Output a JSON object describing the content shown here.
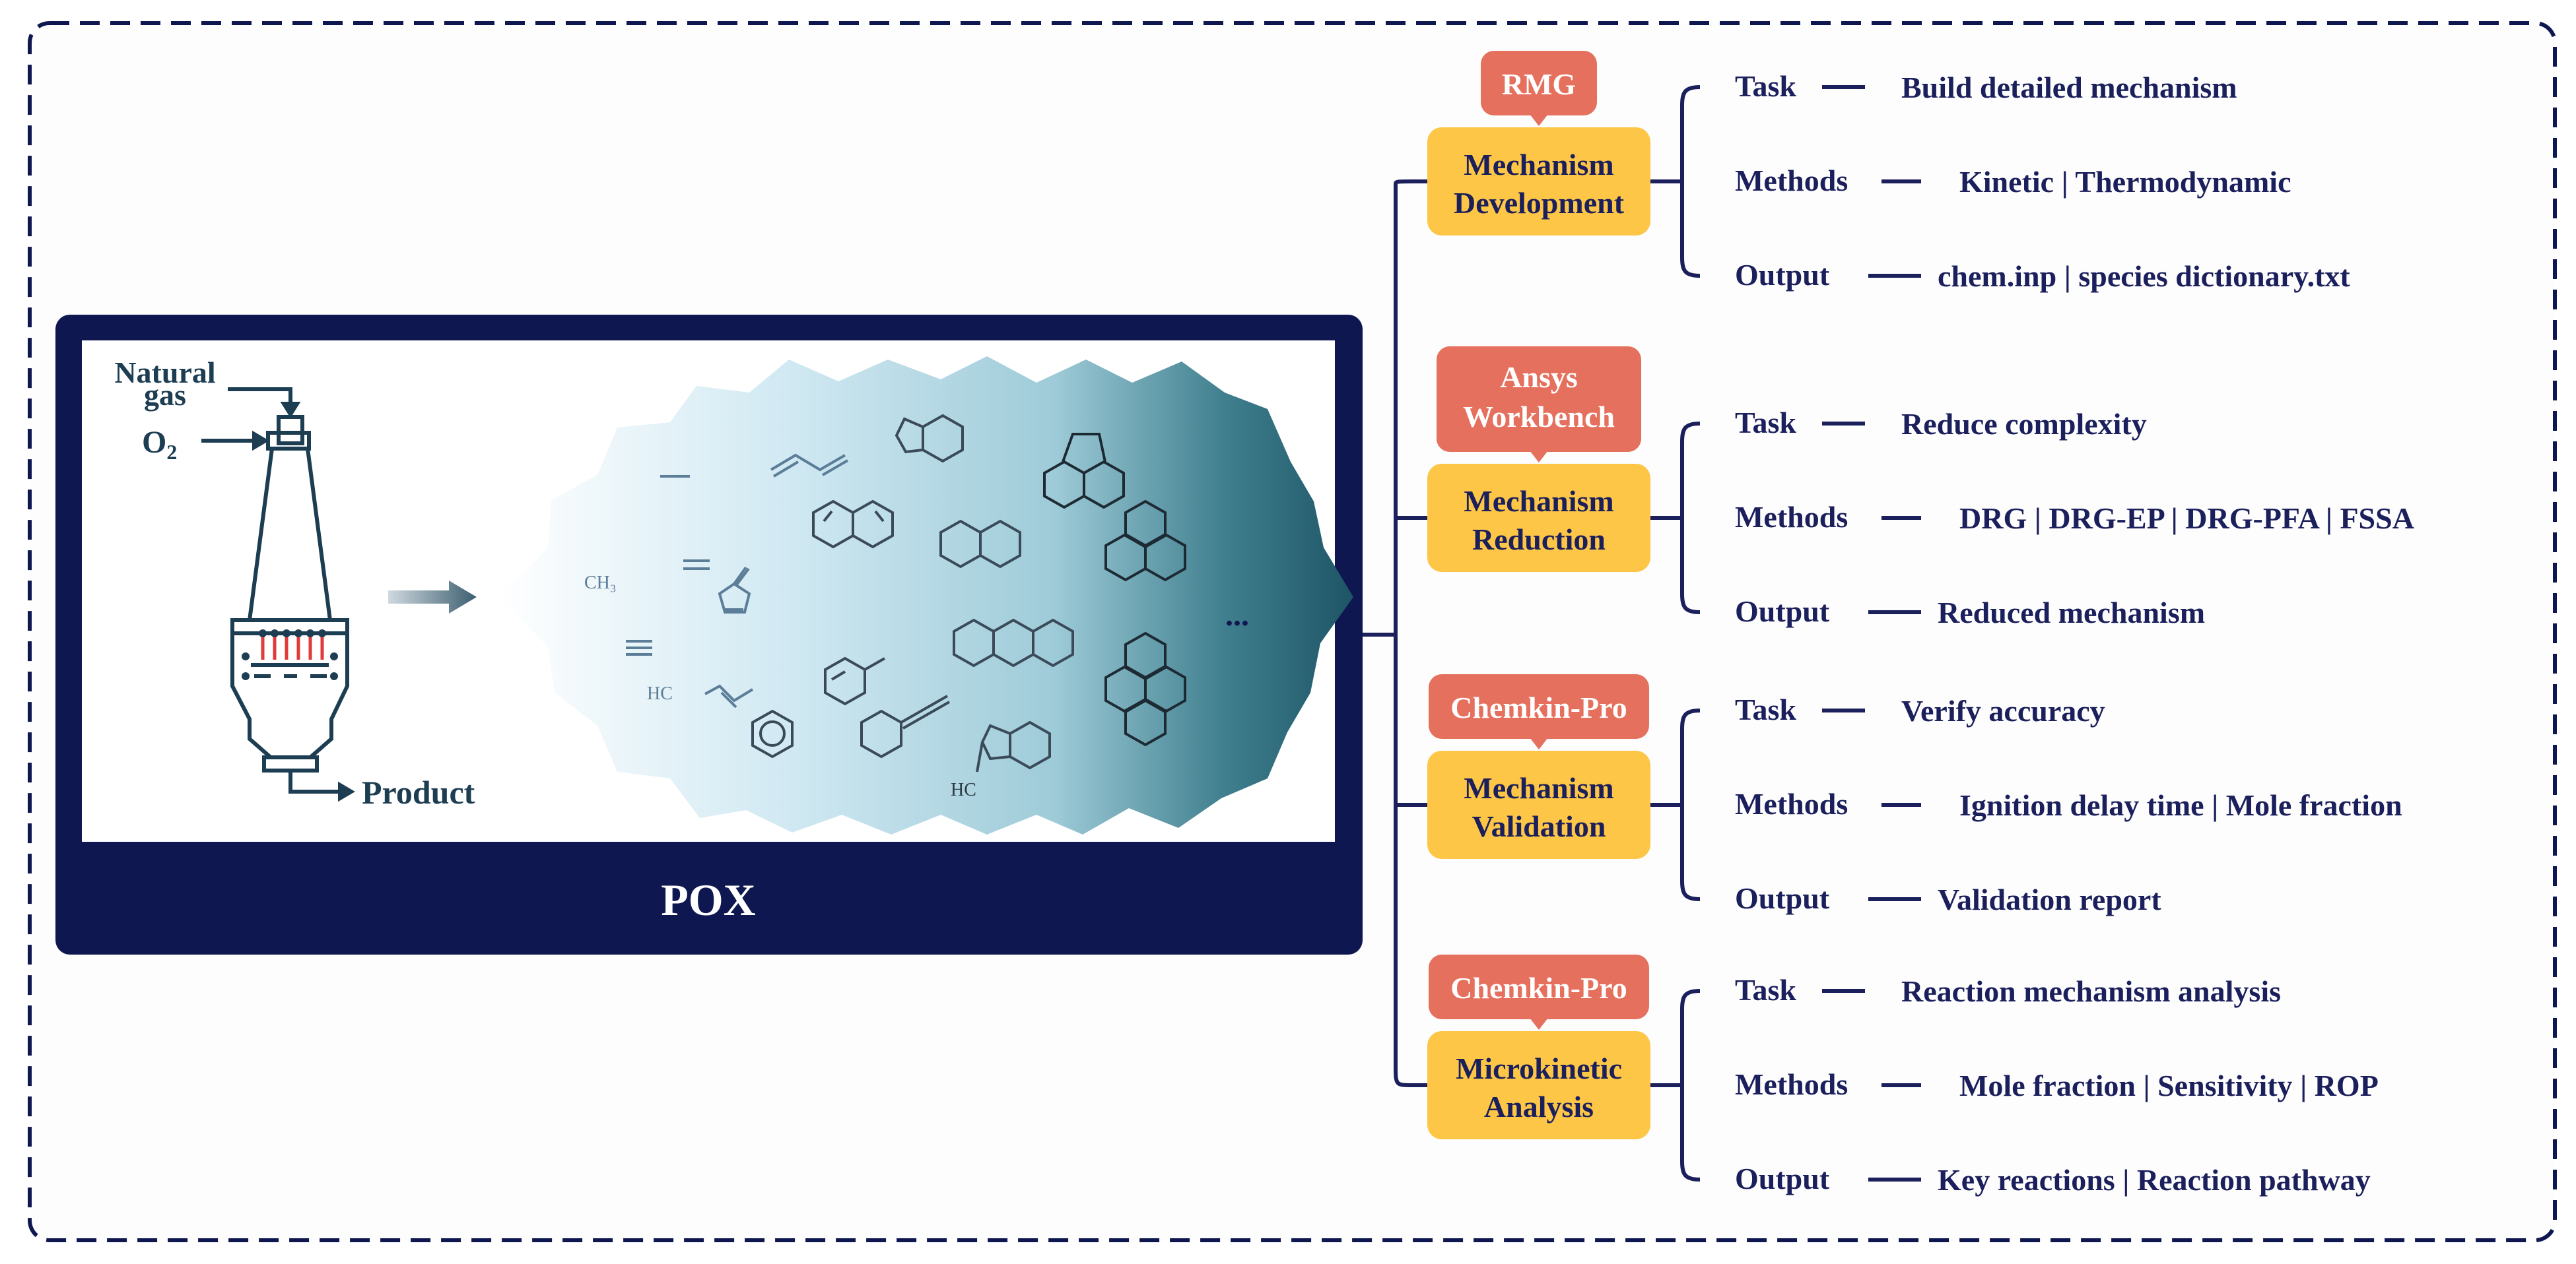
{
  "pox_panel": {
    "label": "POX",
    "reactor": {
      "inlet_gas": "Natural gas",
      "inlet_o2": "O",
      "inlet_o2_sub": "2",
      "outlet": "Product"
    },
    "species": {
      "ch3": "CH₃",
      "hc_label": "HC",
      "ellipsis": "..."
    }
  },
  "colors": {
    "frame": "#0e1750",
    "stage_box": "#fdc646",
    "tool_tag": "#e5705d",
    "text": "#1b1f5c",
    "cloud_light": "#e9f4fa",
    "cloud_dark": "#1e5566"
  },
  "stages": [
    {
      "tool": "RMG",
      "title_line1": "Mechanism",
      "title_line2": "Development",
      "task": "Task",
      "task_value": "Build detailed mechanism",
      "methods": "Methods",
      "methods_items": [
        "Kinetic",
        "Thermodynamic"
      ],
      "output": "Output",
      "output_items": [
        "chem.inp",
        "species dictionary.txt"
      ]
    },
    {
      "tool_line1": "Ansys",
      "tool_line2": "Workbench",
      "title_line1": "Mechanism",
      "title_line2": "Reduction",
      "task": "Task",
      "task_value": "Reduce complexity",
      "methods": "Methods",
      "methods_items": [
        "DRG",
        "DRG-EP",
        "DRG-PFA",
        "FSSA"
      ],
      "output": "Output",
      "output_items": [
        "Reduced mechanism"
      ]
    },
    {
      "tool": "Chemkin-Pro",
      "title_line1": "Mechanism",
      "title_line2": "Validation",
      "task": "Task",
      "task_value": "Verify accuracy",
      "methods": "Methods",
      "methods_items": [
        "Ignition delay time",
        "Mole fraction"
      ],
      "output": "Output",
      "output_items": [
        "Validation report"
      ]
    },
    {
      "tool": "Chemkin-Pro",
      "title_line1": "Microkinetic",
      "title_line2": "Analysis",
      "task": "Task",
      "task_value": "Reaction mechanism analysis",
      "methods": "Methods",
      "methods_items": [
        "Mole fraction",
        "Sensitivity",
        "ROP"
      ],
      "output": "Output",
      "output_items": [
        "Key reactions",
        "Reaction pathway"
      ]
    }
  ]
}
